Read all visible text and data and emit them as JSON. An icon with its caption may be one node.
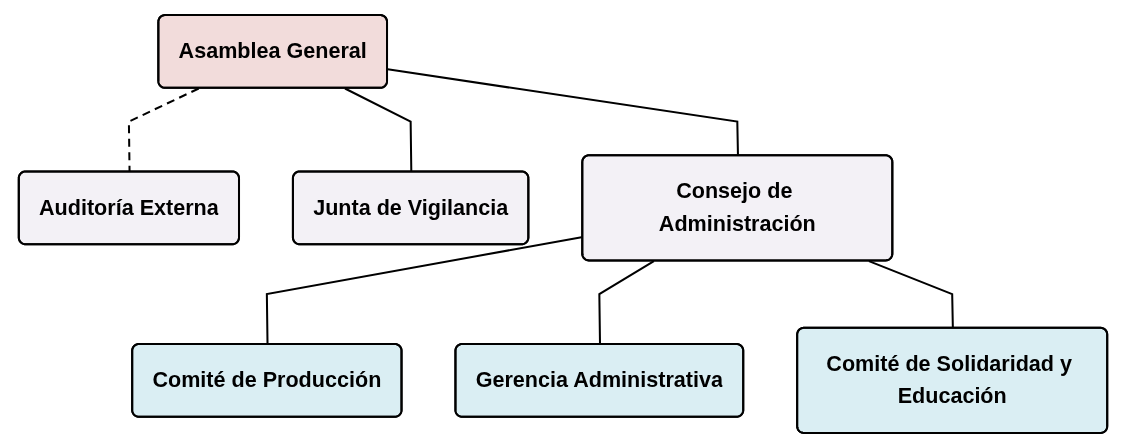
{
  "diagram": {
    "nodes": [
      {
        "text": [
          "Asamblea General"
        ]
      },
      {
        "text": [
          "Auditoría Externa"
        ]
      },
      {
        "text": [
          "Junta de Vigilancia"
        ]
      },
      {
        "text": [
          "Consejo de Administración"
        ]
      },
      {
        "text": [
          "Comité de Producción"
        ]
      },
      {
        "text": [
          "Gerencia Administrativa"
        ]
      },
      {
        "text": [
          "Comité de Solidaridad y Educación"
        ]
      }
    ],
    "edges": [
      {
        "from": 0,
        "to": 2,
        "arrow": "none"
      },
      {
        "from": 0,
        "to": 3,
        "arrow": "none"
      },
      {
        "from": 0,
        "to": 1,
        "arrow": "none",
        "style": "dashed"
      },
      {
        "from": 3,
        "to": 4,
        "arrow": "none"
      },
      {
        "from": 3,
        "to": 5,
        "arrow": "none"
      },
      {
        "from": 3,
        "to": 6,
        "arrow": "none"
      }
    ]
  }
}
